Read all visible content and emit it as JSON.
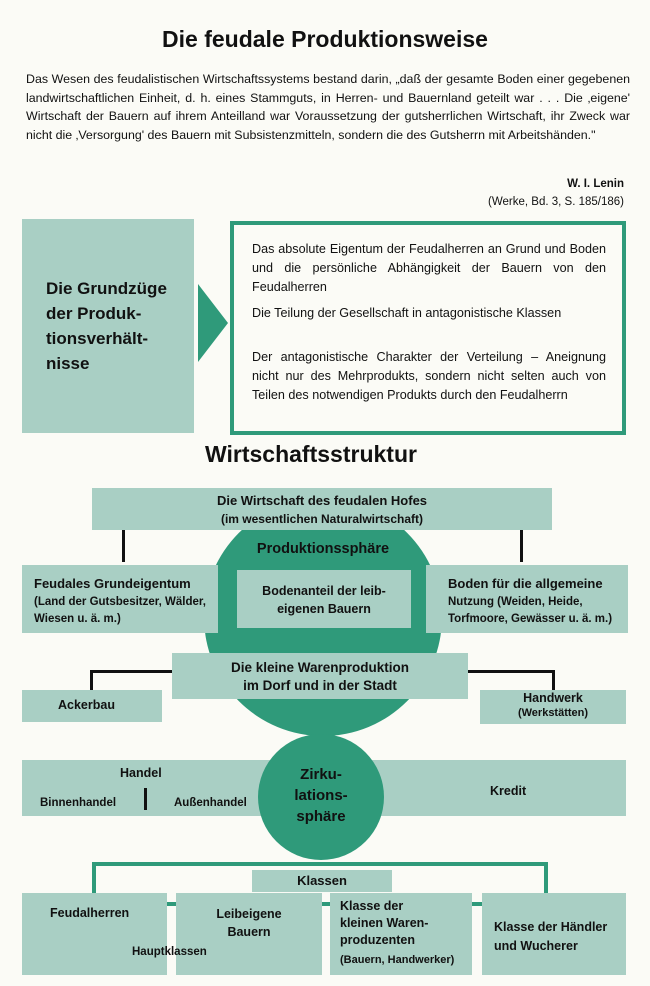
{
  "title": "Die feudale Produktionsweise",
  "quote": "Das Wesen des feudalistischen Wirtschaftssystems bestand darin, „daß der gesamte Boden einer gegebenen landwirtschaftlichen Einheit, d. h. eines Stammguts, in Herren- und Bauernland geteilt war . . . Die ‚eigene' Wirtschaft der Bauern auf ihrem Anteilland war Voraussetzung der gutsherrlichen Wirtschaft, ihr Zweck war nicht die ‚Versorgung' des Bauern mit Subsistenzmitteln, sondern die des Gutsherrn mit Arbeitshänden.\"",
  "author": "W. I. Lenin",
  "citation": "(Werke, Bd. 3, S. 185/186)",
  "grundzuege": {
    "label_lines": [
      "Die Grundzüge",
      "der Produk-",
      "tionsverhält-",
      "nisse"
    ],
    "points": [
      "Das absolute Eigentum der Feudalherren an Grund und Boden und die persönliche Abhängigkeit der Bauern von den Feudalherren",
      "Die Teilung der Gesellschaft in antagonistische Klassen",
      "Der antagonistische Charakter der Verteilung – Aneignung nicht nur des Mehrprodukts, sondern nicht selten auch von Teilen des notwendigen Produkts durch den Feudalherrn"
    ]
  },
  "structure": {
    "heading": "Wirtschaftsstruktur",
    "hof_line1": "Die Wirtschaft des feudalen Hofes",
    "hof_line2": "(im wesentlichen Naturalwirtschaft)",
    "produktionssphaere": "Produktionssphäre",
    "left_title": "Feudales Grundeigentum",
    "left_sub": "(Land der Gutsbesitzer, Wälder, Wiesen u. ä. m.)",
    "center_line1": "Bodenanteil der leib-",
    "center_line2": "eigenen Bauern",
    "right_title": "Boden für die allgemeine",
    "right_sub": "Nutzung (Weiden, Heide, Torfmoore, Gewässer u. ä. m.)",
    "waren_line1": "Die kleine Warenproduktion",
    "waren_line2": "im Dorf und in der Stadt",
    "ackerbau": "Ackerbau",
    "handwerk": "Handwerk",
    "werkstaetten": "(Werkstätten)"
  },
  "zirkulation": {
    "sphere_lines": [
      "Zirku-",
      "lations-",
      "sphäre"
    ],
    "handel": "Handel",
    "binnenhandel": "Binnenhandel",
    "aussenhandel": "Außenhandel",
    "kredit": "Kredit"
  },
  "klassen": {
    "label": "Klassen",
    "feudalherren": "Feudalherren",
    "hauptklassen": "Hauptklassen",
    "leibeigene_lines": [
      "Leibeigene",
      "Bauern"
    ],
    "waren_lines": [
      "Klasse der",
      "kleinen Waren-",
      "produzenten"
    ],
    "waren_sub": "(Bauern, Handwerker)",
    "haendler_lines": [
      "Klasse der Händler",
      "und Wucherer"
    ]
  },
  "colors": {
    "teal_light": "#a9cfc4",
    "teal_dark": "#2f9a7a"
  }
}
